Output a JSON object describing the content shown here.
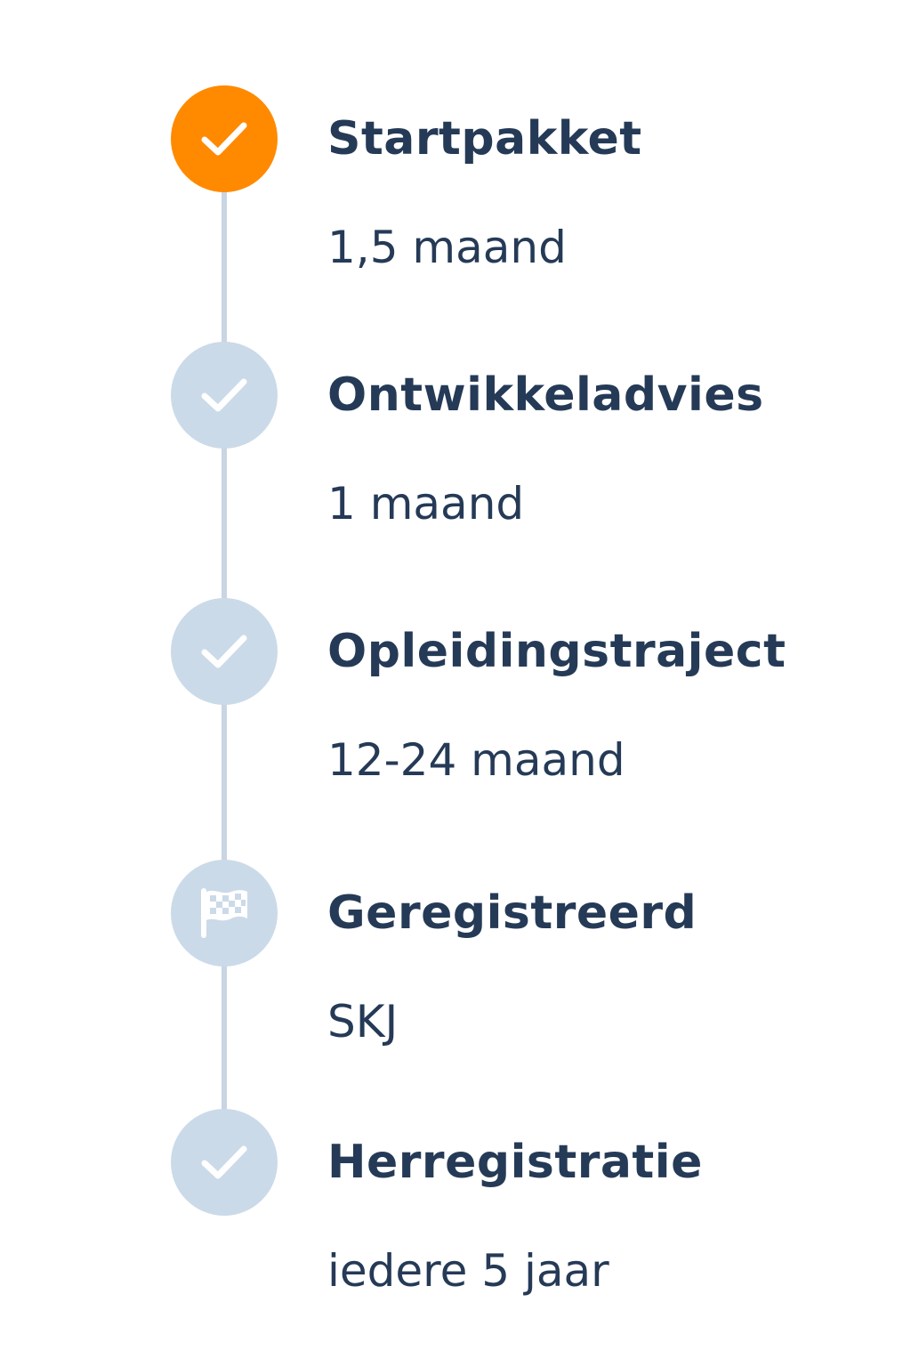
{
  "colors": {
    "accent": "#ff8a00",
    "inactive_marker": "#cbdae8",
    "track": "#c9d5e3",
    "text": "#253a56"
  },
  "steps": [
    {
      "title": "Startpakket",
      "subtitle": "1,5 maand",
      "icon": "check-icon",
      "status": "active"
    },
    {
      "title": "Ontwikkeladvies",
      "subtitle": "1 maand",
      "icon": "check-icon",
      "status": "inactive"
    },
    {
      "title": "Opleidingstraject",
      "subtitle": "12-24 maand",
      "icon": "check-icon",
      "status": "inactive"
    },
    {
      "title": "Geregistreerd",
      "subtitle": "SKJ",
      "icon": "checkered-flag-icon",
      "status": "inactive"
    },
    {
      "title": "Herregistratie",
      "subtitle": "iedere 5 jaar",
      "icon": "check-icon",
      "status": "inactive"
    }
  ]
}
